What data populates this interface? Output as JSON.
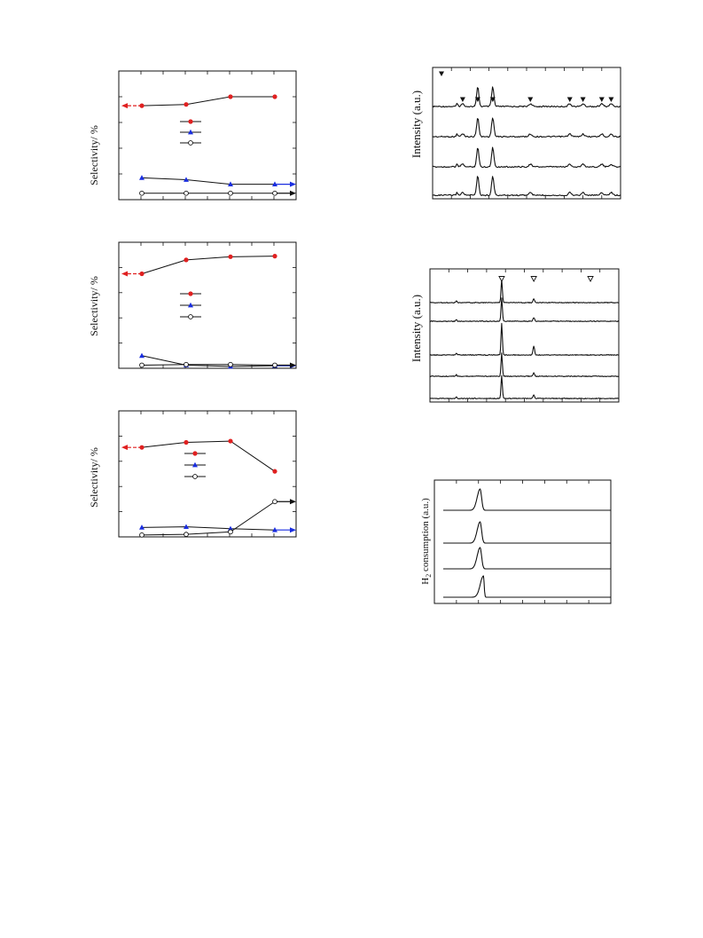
{
  "chart_data": [
    {
      "type": "line",
      "panel": "selectivity-a",
      "ylabel": "Selectivity/ %",
      "x": [
        1,
        2,
        3,
        4
      ],
      "ylim": [
        0,
        100
      ],
      "grid": false,
      "series": [
        {
          "marker": "filled-circle",
          "color": "#e02020",
          "values": [
            73,
            74,
            80,
            80
          ],
          "axis_arrow": "left"
        },
        {
          "marker": "filled-triangle",
          "color": "#1a2ee0",
          "values": [
            17,
            15.5,
            12,
            12
          ],
          "axis_arrow": "right"
        },
        {
          "marker": "open-circle",
          "color": "#111111",
          "values": [
            5,
            5,
            5,
            5
          ],
          "axis_arrow": "right"
        }
      ]
    },
    {
      "type": "line",
      "panel": "selectivity-b",
      "ylabel": "Selectivity/ %",
      "x": [
        1,
        2,
        3,
        4
      ],
      "ylim": [
        0,
        100
      ],
      "grid": false,
      "series": [
        {
          "marker": "filled-circle",
          "color": "#e02020",
          "values": [
            75,
            86,
            88.5,
            89
          ],
          "axis_arrow": "left"
        },
        {
          "marker": "filled-triangle",
          "color": "#1a2ee0",
          "values": [
            10,
            2.5,
            1.5,
            2
          ],
          "axis_arrow": "right"
        },
        {
          "marker": "open-circle",
          "color": "#111111",
          "values": [
            2.5,
            3,
            3,
            2.5
          ],
          "axis_arrow": "right"
        }
      ]
    },
    {
      "type": "line",
      "panel": "selectivity-c",
      "ylabel": "Selectivity/ %",
      "x": [
        1,
        2,
        3,
        4
      ],
      "ylim": [
        0,
        100
      ],
      "grid": false,
      "series": [
        {
          "marker": "filled-circle",
          "color": "#e02020",
          "values": [
            71,
            75,
            76,
            52
          ],
          "axis_arrow": "left"
        },
        {
          "marker": "filled-triangle",
          "color": "#1a2ee0",
          "values": [
            7.5,
            8,
            6.5,
            5.5
          ],
          "axis_arrow": "right"
        },
        {
          "marker": "open-circle",
          "color": "#111111",
          "values": [
            1.5,
            2,
            4,
            28
          ],
          "axis_arrow": "right"
        }
      ]
    },
    {
      "type": "line",
      "panel": "xrd-a",
      "ylabel": "Intensity (a.u.)",
      "marker_symbol": "filled-down-triangle",
      "curves": 4,
      "peaks": [
        0.16,
        0.24,
        0.32,
        0.52,
        0.73,
        0.8,
        0.9,
        0.95
      ],
      "strong_peaks": [
        0.24,
        0.32
      ]
    },
    {
      "type": "line",
      "panel": "xrd-b",
      "ylabel": "Intensity (a.u.)",
      "marker_symbol": "open-down-triangle",
      "curves": 5,
      "peaks": [
        0.38,
        0.55,
        0.85
      ],
      "strong_peaks": [
        0.38
      ]
    },
    {
      "type": "line",
      "panel": "tpr",
      "ylabel": "H",
      "ylabel_sub": "2",
      "ylabel_rest": " consumption (a.u.)",
      "curves": 4,
      "peak_position": 0.22
    }
  ]
}
